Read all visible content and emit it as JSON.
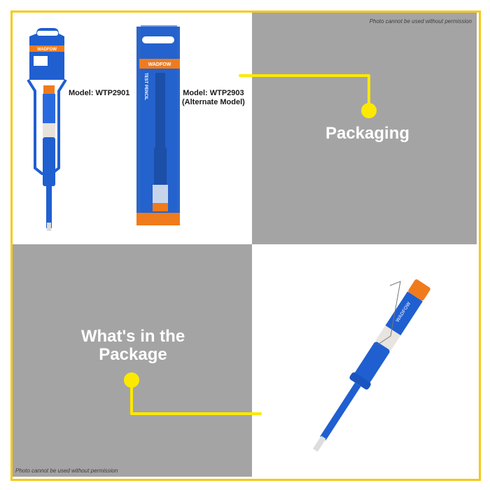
{
  "colors": {
    "frame": "#f8c913",
    "connector": "#fde900",
    "panel_gray": "#a5a4a5",
    "product_blue": "#1f5fd0",
    "product_orange": "#f07b1c"
  },
  "watermark": {
    "top_right": "Photo cannot be used without permission",
    "bottom_left": "Photo cannot be used without permission"
  },
  "sections": {
    "packaging": {
      "title": "Packaging"
    },
    "contents": {
      "title_line1": "What's in the",
      "title_line2": "Package"
    }
  },
  "products": {
    "model_1": {
      "label": "Model: WTP2901"
    },
    "model_2": {
      "label_line1": "Model: WTP2903",
      "label_line2": "(Alternate Model)"
    },
    "brand": "WADFOW",
    "pack_text": "TEST PENCIL"
  }
}
